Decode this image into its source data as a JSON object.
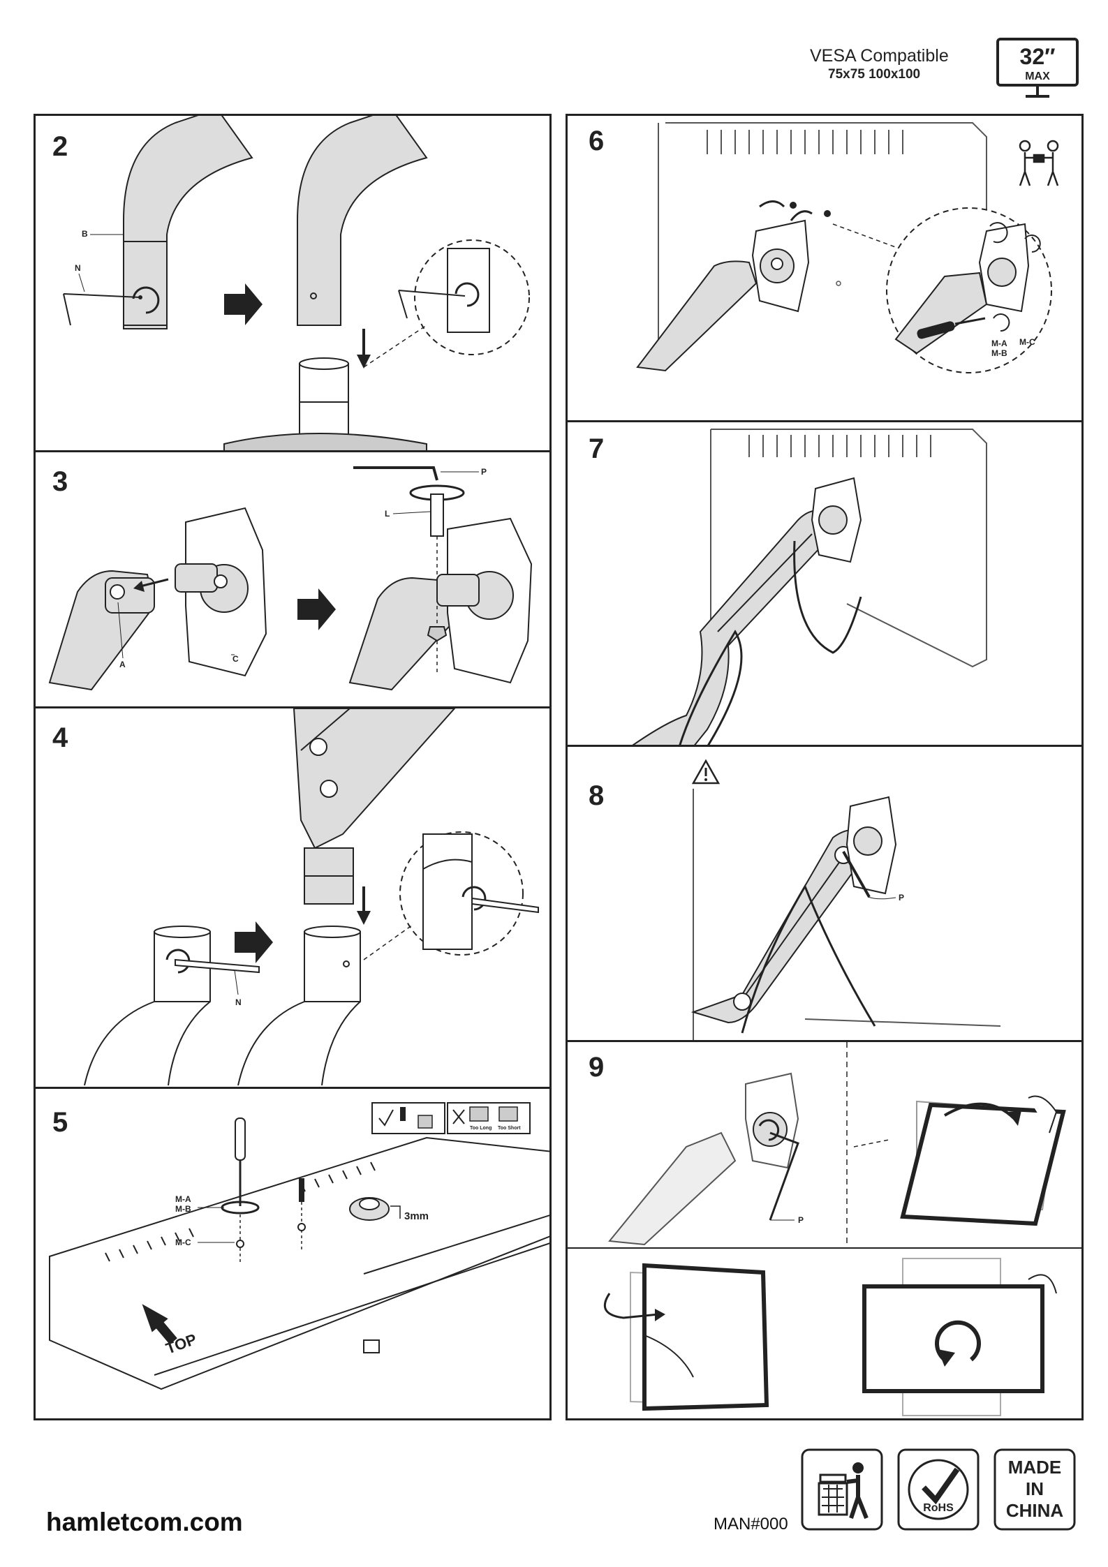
{
  "header": {
    "vesa_title": "VESA Compatible",
    "vesa_sizes": "75x75 100x100",
    "max_size": "32″",
    "max_label": "MAX"
  },
  "steps": {
    "s2": {
      "number": "2",
      "labels": {
        "b": "B",
        "n": "N"
      }
    },
    "s3": {
      "number": "3",
      "labels": {
        "p": "P",
        "l": "L",
        "a": "A",
        "c": "C"
      }
    },
    "s4": {
      "number": "4",
      "labels": {
        "n": "N"
      }
    },
    "s5": {
      "number": "5",
      "labels": {
        "ma": "M-A",
        "mb": "M-B",
        "mc": "M-C",
        "mm": "3mm",
        "top": "TOP",
        "too_long": "Too Long",
        "too_short": "Too Short"
      }
    },
    "s6": {
      "number": "6",
      "labels": {
        "ma": "M-A",
        "mb": "M-B",
        "mc": "M-C"
      }
    },
    "s7": {
      "number": "7"
    },
    "s8": {
      "number": "8",
      "labels": {
        "p": "P"
      }
    },
    "s9": {
      "number": "9",
      "labels": {
        "p": "P"
      }
    }
  },
  "footer": {
    "website": "hamletcom.com",
    "man_code": "MAN#000",
    "rohs": "RoHS",
    "made_in_line1": "MADE",
    "made_in_line2": "IN",
    "made_in_line3": "CHINA"
  },
  "icons": [
    "two-person-lift-icon",
    "warning-icon",
    "weee-bin-icon",
    "rohs-icon",
    "made-in-china-badge",
    "monitor-size-icon"
  ]
}
